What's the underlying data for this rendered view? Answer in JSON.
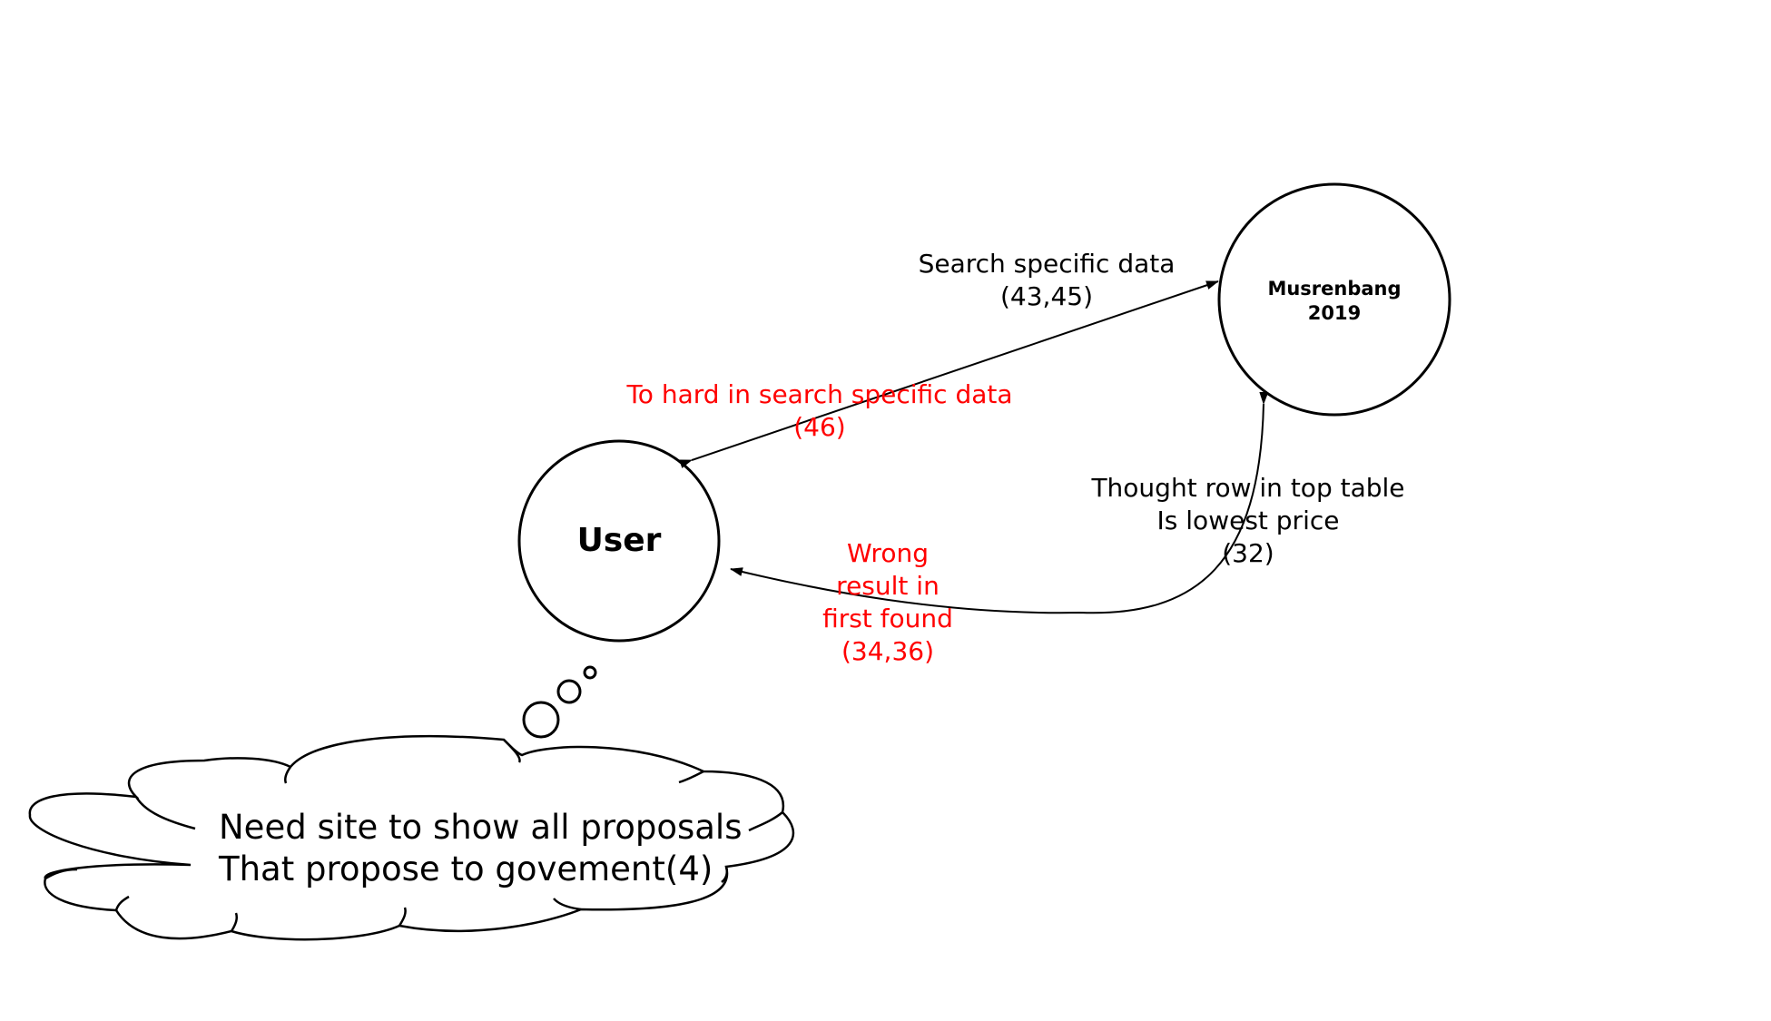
{
  "colors": {
    "normal": "#000000",
    "problem": "#ff0000"
  },
  "nodes": {
    "user": {
      "label": "User"
    },
    "musrenbang": {
      "line1": "Musrenbang",
      "line2": "2019"
    }
  },
  "edges": {
    "search": {
      "line1": "Search specific data",
      "line2": "(43,45)"
    },
    "hard_search": {
      "line1": "To hard in search specific data",
      "line2": "(46)"
    },
    "thought_row": {
      "line1": "Thought row in top table",
      "line2": "Is lowest price",
      "line3": "(32)"
    },
    "wrong_result": {
      "line1": "Wrong",
      "line2": "result in",
      "line3": "first found",
      "line4": "(34,36)"
    }
  },
  "thought_cloud": {
    "line1": "Need site to show all proposals",
    "line2": "That propose to govement(4)"
  }
}
